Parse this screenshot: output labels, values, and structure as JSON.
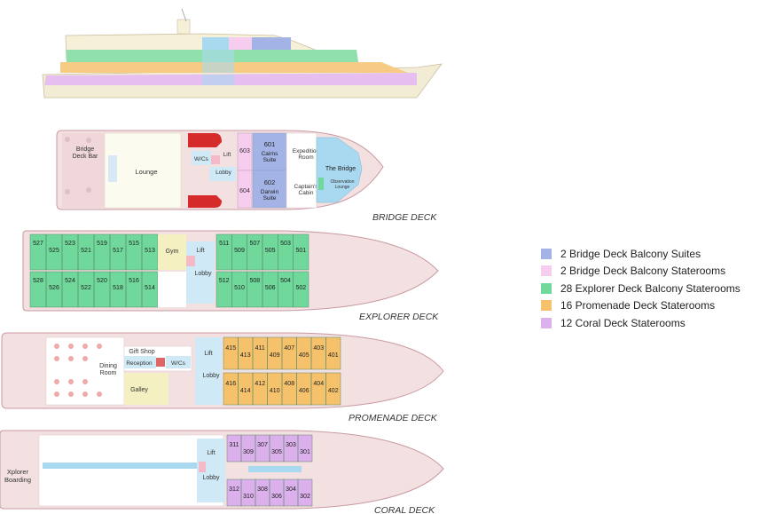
{
  "colors": {
    "bridge_suite": "#a3b3e6",
    "bridge_stateroom": "#f7cdef",
    "explorer": "#6fd89a",
    "promenade": "#f5c26b",
    "coral": "#dcb0ec",
    "hull": "#f3e0e1",
    "hull_line": "#c99aa2",
    "lift": "#cfe9f6",
    "galley": "#f4f0c2"
  },
  "decks": {
    "bridge": "BRIDGE DECK",
    "explorer": "EXPLORER DECK",
    "promenade": "PROMENADE DECK",
    "coral": "CORAL DECK"
  },
  "labels": {
    "bridge_deck_bar": "Bridge Deck Bar",
    "lounge": "Lounge",
    "wcs": "W/Cs",
    "lift": "Lift",
    "lobby": "Lobby",
    "cairns_suite": "Cairns Suite",
    "darwin_suite": "Darwin Suite",
    "expedition_room": "Expedition Room",
    "captains_cabin": "Captain's Cabin",
    "the_bridge": "The Bridge",
    "observation_lounge": "Observation Lounge",
    "gym": "Gym",
    "gift_shop": "Gift Shop",
    "reception": "Reception",
    "dining_room": "Dining Room",
    "galley": "Galley",
    "xplorer_boarding": "Xplorer Boarding"
  },
  "cabins": {
    "bridge_suites": [
      "601",
      "602"
    ],
    "bridge_staterooms": [
      "603",
      "604"
    ],
    "explorer_top": [
      "527",
      "525",
      "523",
      "521",
      "519",
      "517",
      "515",
      "513",
      "511",
      "509",
      "507",
      "505",
      "503",
      "501"
    ],
    "explorer_bottom": [
      "528",
      "526",
      "524",
      "522",
      "520",
      "518",
      "516",
      "514",
      "512",
      "510",
      "508",
      "506",
      "504",
      "502"
    ],
    "promenade_top": [
      "415",
      "413",
      "411",
      "409",
      "407",
      "405",
      "403",
      "401"
    ],
    "promenade_bottom": [
      "416",
      "414",
      "412",
      "410",
      "408",
      "406",
      "404",
      "402"
    ],
    "coral_top": [
      "311",
      "309",
      "307",
      "305",
      "303",
      "301"
    ],
    "coral_bottom": [
      "312",
      "310",
      "308",
      "306",
      "304",
      "302"
    ]
  },
  "legend": [
    {
      "label": "2 Bridge Deck Balcony Suites",
      "color": "#a3b3e6"
    },
    {
      "label": "2 Bridge Deck Balcony Staterooms",
      "color": "#f7cdef"
    },
    {
      "label": "28 Explorer Deck Balcony Staterooms",
      "color": "#6fd89a"
    },
    {
      "label": "16 Promenade Deck Staterooms",
      "color": "#f5c26b"
    },
    {
      "label": "12 Coral Deck Staterooms",
      "color": "#dcb0ec"
    }
  ]
}
